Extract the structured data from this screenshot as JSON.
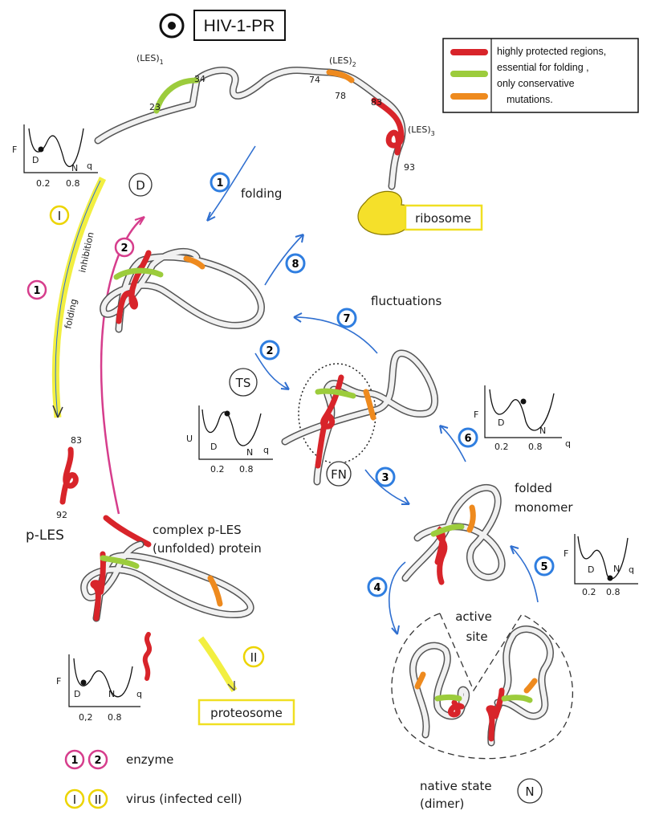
{
  "title": "HIV-1-PR",
  "legend": {
    "lines": [
      "highly protected regions,",
      "essential for folding ,",
      "only conservative",
      "mutations."
    ],
    "colors": {
      "red": "#d8242a",
      "green": "#9ccc3c",
      "orange": "#ee8a1e"
    }
  },
  "chain_labels": {
    "les1": "(LES)",
    "les1_sub": "1",
    "les2": "(LES)",
    "les2_sub": "2",
    "les3": "(LES)",
    "les3_sub": "3",
    "n23": "23",
    "n34": "34",
    "n74": "74",
    "n78": "78",
    "n83": "83",
    "n93": "93"
  },
  "states": {
    "D": "D",
    "TS": "TS",
    "FN": "FN",
    "N": "N"
  },
  "labels": {
    "ribosome": "ribosome",
    "folding": "folding",
    "fluctuations": "fluctuations",
    "folded_monomer_1": "folded",
    "folded_monomer_2": "monomer",
    "active_site_1": "active",
    "active_site_2": "site",
    "native_1": "native state",
    "native_2": "(dimer)",
    "folding_inhibition_1": "folding",
    "folding_inhibition_2": "inhibition",
    "plES": "p-LES",
    "p83": "83",
    "p92": "92",
    "complex_1": "complex p-LES",
    "complex_2": "(unfolded) protein",
    "proteosome": "proteosome",
    "enzyme": "enzyme",
    "virus": "virus (infected cell)"
  },
  "steps_blue": [
    "1",
    "2",
    "3",
    "4",
    "5",
    "6",
    "7",
    "8"
  ],
  "steps_pink": [
    "1",
    "2"
  ],
  "steps_yellow": [
    "I",
    "II"
  ],
  "plot_labels": {
    "F": "F",
    "U": "U",
    "D": "D",
    "N": "N",
    "q": "q",
    "t02": "0.2",
    "t08": "0.8",
    "t02b": "0,2",
    "t08b": "0.8"
  }
}
